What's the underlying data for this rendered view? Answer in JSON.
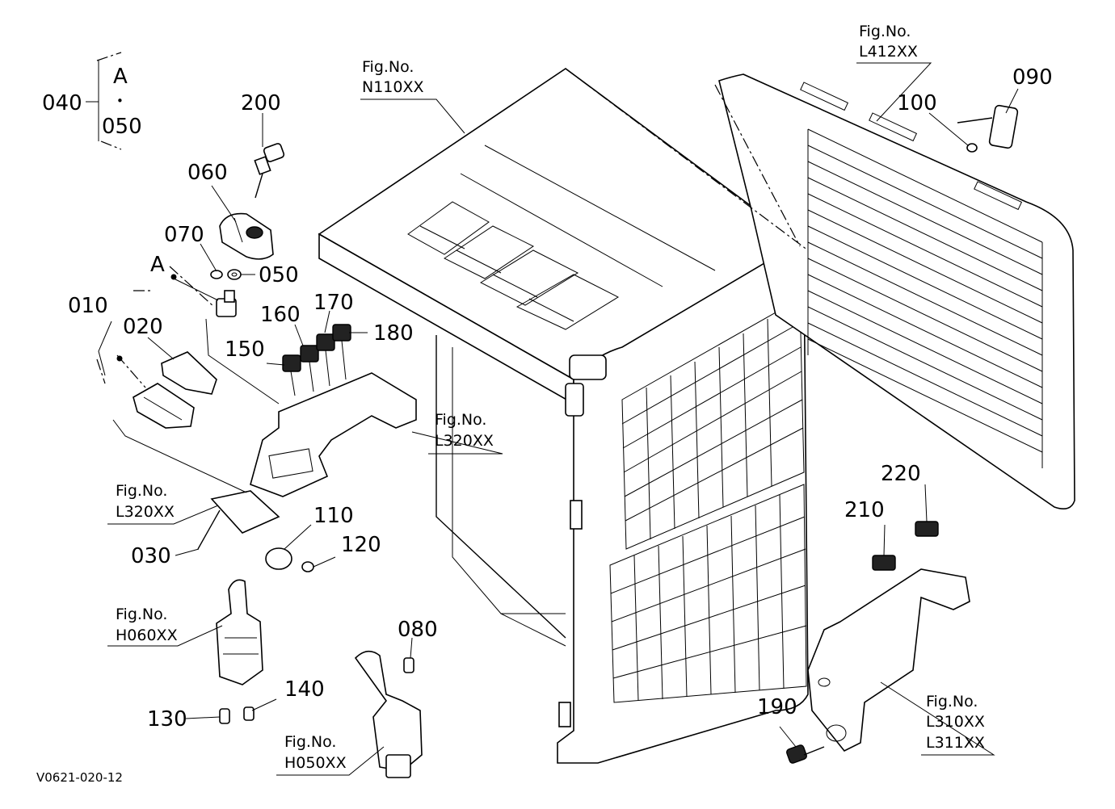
{
  "diagram_code": "V0621-020-12",
  "group_040": {
    "number": "040",
    "top": "A",
    "dot": "•",
    "bottom": "050"
  },
  "group_010": {
    "number": "010"
  },
  "ref_point_a": "A",
  "part_numbers": {
    "p010": "010",
    "p020": "020",
    "p030": "030",
    "p040": "040",
    "p050": "050",
    "p060": "060",
    "p070": "070",
    "p080": "080",
    "p090": "090",
    "p100": "100",
    "p110": "110",
    "p120": "120",
    "p130": "130",
    "p140": "140",
    "p150": "150",
    "p160": "160",
    "p170": "170",
    "p180": "180",
    "p190": "190",
    "p200": "200",
    "p210": "210",
    "p220": "220"
  },
  "fig_refs": {
    "fig_label": "Fig.No.",
    "n110": "N110XX",
    "l412": "L412XX",
    "l320_right": "L320XX",
    "l320_left": "L320XX",
    "h060": "H060XX",
    "h050": "H050XX",
    "l310": "L310XX",
    "l311": "L311XX"
  }
}
